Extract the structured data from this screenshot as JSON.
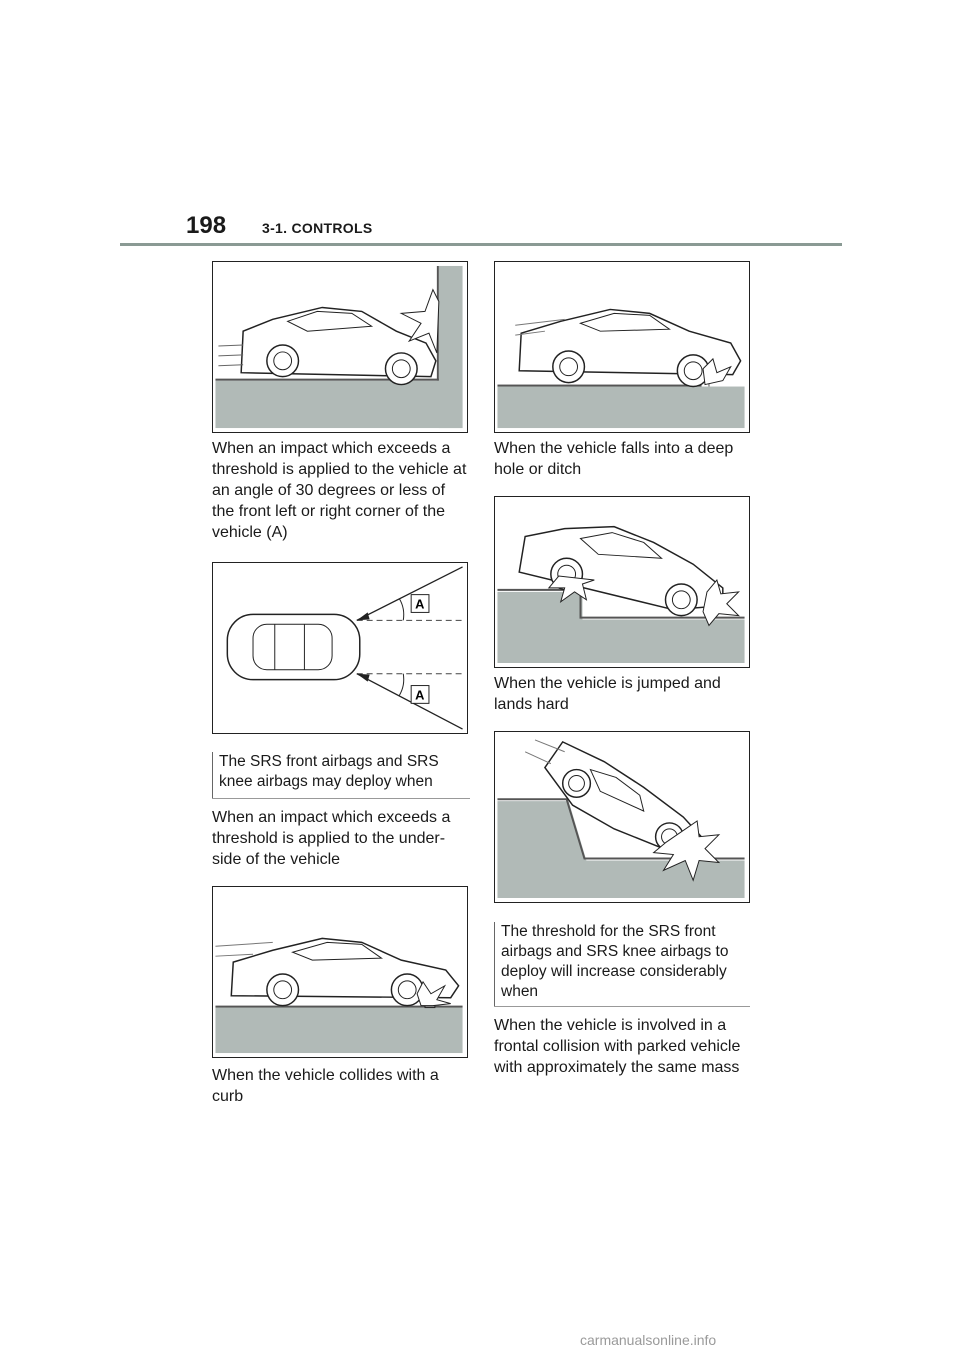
{
  "header": {
    "page_number": "198",
    "section": "3-1. CONTROLS"
  },
  "figures": {
    "angle_label_top": "A",
    "angle_label_bottom": "A"
  },
  "left_column": {
    "caption_front_corner": "When an impact which exceeds a threshold is applied to the vehicle at an angle of 30 degrees or less of the front left or right corner of the vehicle (A)",
    "note_deploy_when": "The SRS front airbags and SRS knee airbags may deploy when",
    "caption_underside": "When an impact which exceeds a threshold is applied to the under-side of the vehicle",
    "caption_curb": "When the vehicle collides with a curb"
  },
  "right_column": {
    "caption_deep_hole": "When the vehicle falls into a deep hole or ditch",
    "caption_jumped": "When the vehicle is jumped and lands hard",
    "note_threshold_increase": "The threshold for the SRS front airbags and SRS knee airbags to deploy will increase considerably when",
    "caption_parked_vehicle": "When the vehicle is involved in a frontal collision with parked vehicle with approximately the same mass"
  },
  "footer": {
    "watermark": "carmanualsonline.info"
  },
  "colors": {
    "ground": "#b1bab7",
    "rule": "#8a9a94"
  }
}
